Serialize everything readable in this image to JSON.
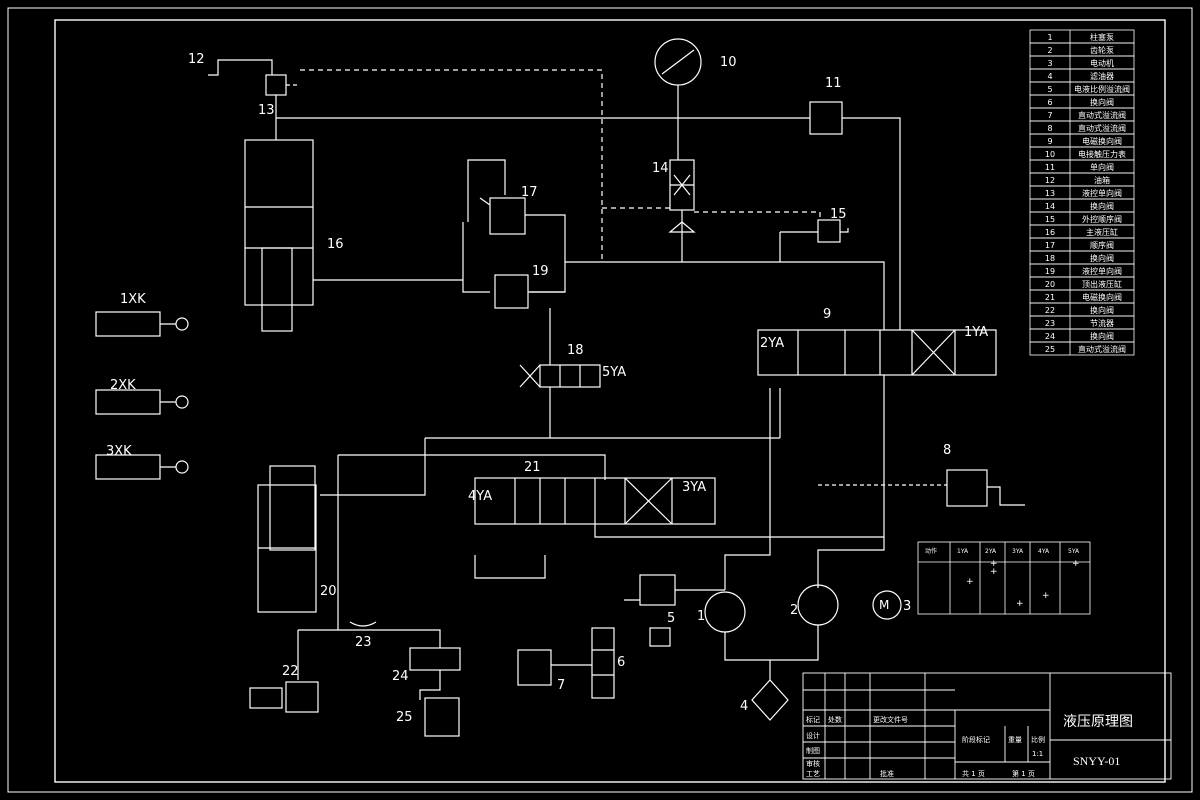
{
  "diagram": {
    "title": "液压原理图",
    "drawing_number": "SNYY-01",
    "scale": "1:1",
    "labels": {
      "n1": "1",
      "n2": "2",
      "n3": "3",
      "n4": "4",
      "n5": "5",
      "n6": "6",
      "n7": "7",
      "n8": "8",
      "n9": "9",
      "n10": "10",
      "n11": "11",
      "n12": "12",
      "n13": "13",
      "n14": "14",
      "n15": "15",
      "n16": "16",
      "n17": "17",
      "n18": "18",
      "n19": "19",
      "n20": "20",
      "n21": "21",
      "n22": "22",
      "n23": "23",
      "n24": "24",
      "n25": "25",
      "motor": "M",
      "sw1": "1XK",
      "sw2": "2XK",
      "sw3": "3XK",
      "y1": "1YA",
      "y2": "2YA",
      "y3": "3YA",
      "y4": "4YA",
      "y5": "5YA"
    },
    "parts_list": [
      {
        "no": "1",
        "name": "柱塞泵"
      },
      {
        "no": "2",
        "name": "齿轮泵"
      },
      {
        "no": "3",
        "name": "电动机"
      },
      {
        "no": "4",
        "name": "滤油器"
      },
      {
        "no": "5",
        "name": "电液比例溢流阀"
      },
      {
        "no": "6",
        "name": "换向阀"
      },
      {
        "no": "7",
        "name": "直动式溢流阀"
      },
      {
        "no": "8",
        "name": "直动式溢流阀"
      },
      {
        "no": "9",
        "name": "电磁换向阀"
      },
      {
        "no": "10",
        "name": "电接触压力表"
      },
      {
        "no": "11",
        "name": "单向阀"
      },
      {
        "no": "12",
        "name": "油箱"
      },
      {
        "no": "13",
        "name": "液控单向阀"
      },
      {
        "no": "14",
        "name": "换向阀"
      },
      {
        "no": "15",
        "name": "外控顺序阀"
      },
      {
        "no": "16",
        "name": "主液压缸"
      },
      {
        "no": "17",
        "name": "顺序阀"
      },
      {
        "no": "18",
        "name": "换向阀"
      },
      {
        "no": "19",
        "name": "液控单向阀"
      },
      {
        "no": "20",
        "name": "顶出液压缸"
      },
      {
        "no": "21",
        "name": "电磁换向阀"
      },
      {
        "no": "22",
        "name": "换向阀"
      },
      {
        "no": "23",
        "name": "节流器"
      },
      {
        "no": "24",
        "name": "换向阀"
      },
      {
        "no": "25",
        "name": "直动式溢流阀"
      }
    ],
    "solenoid_table": {
      "headers": [
        "动作",
        "1YA",
        "2YA",
        "3YA",
        "4YA",
        "5YA"
      ],
      "marks": [
        "+",
        "+",
        "+",
        "+",
        "+",
        "+"
      ]
    },
    "title_block": {
      "mark": "标记",
      "count": "处数",
      "file": "更改文件号",
      "design": "设计",
      "draw": "制图",
      "check": "审核",
      "process": "工艺",
      "stage": "阶段标记",
      "weight": "重量",
      "ratio": "比例",
      "sheets": "共 1 页",
      "sheet": "第 1 页",
      "approve": "批准"
    }
  }
}
